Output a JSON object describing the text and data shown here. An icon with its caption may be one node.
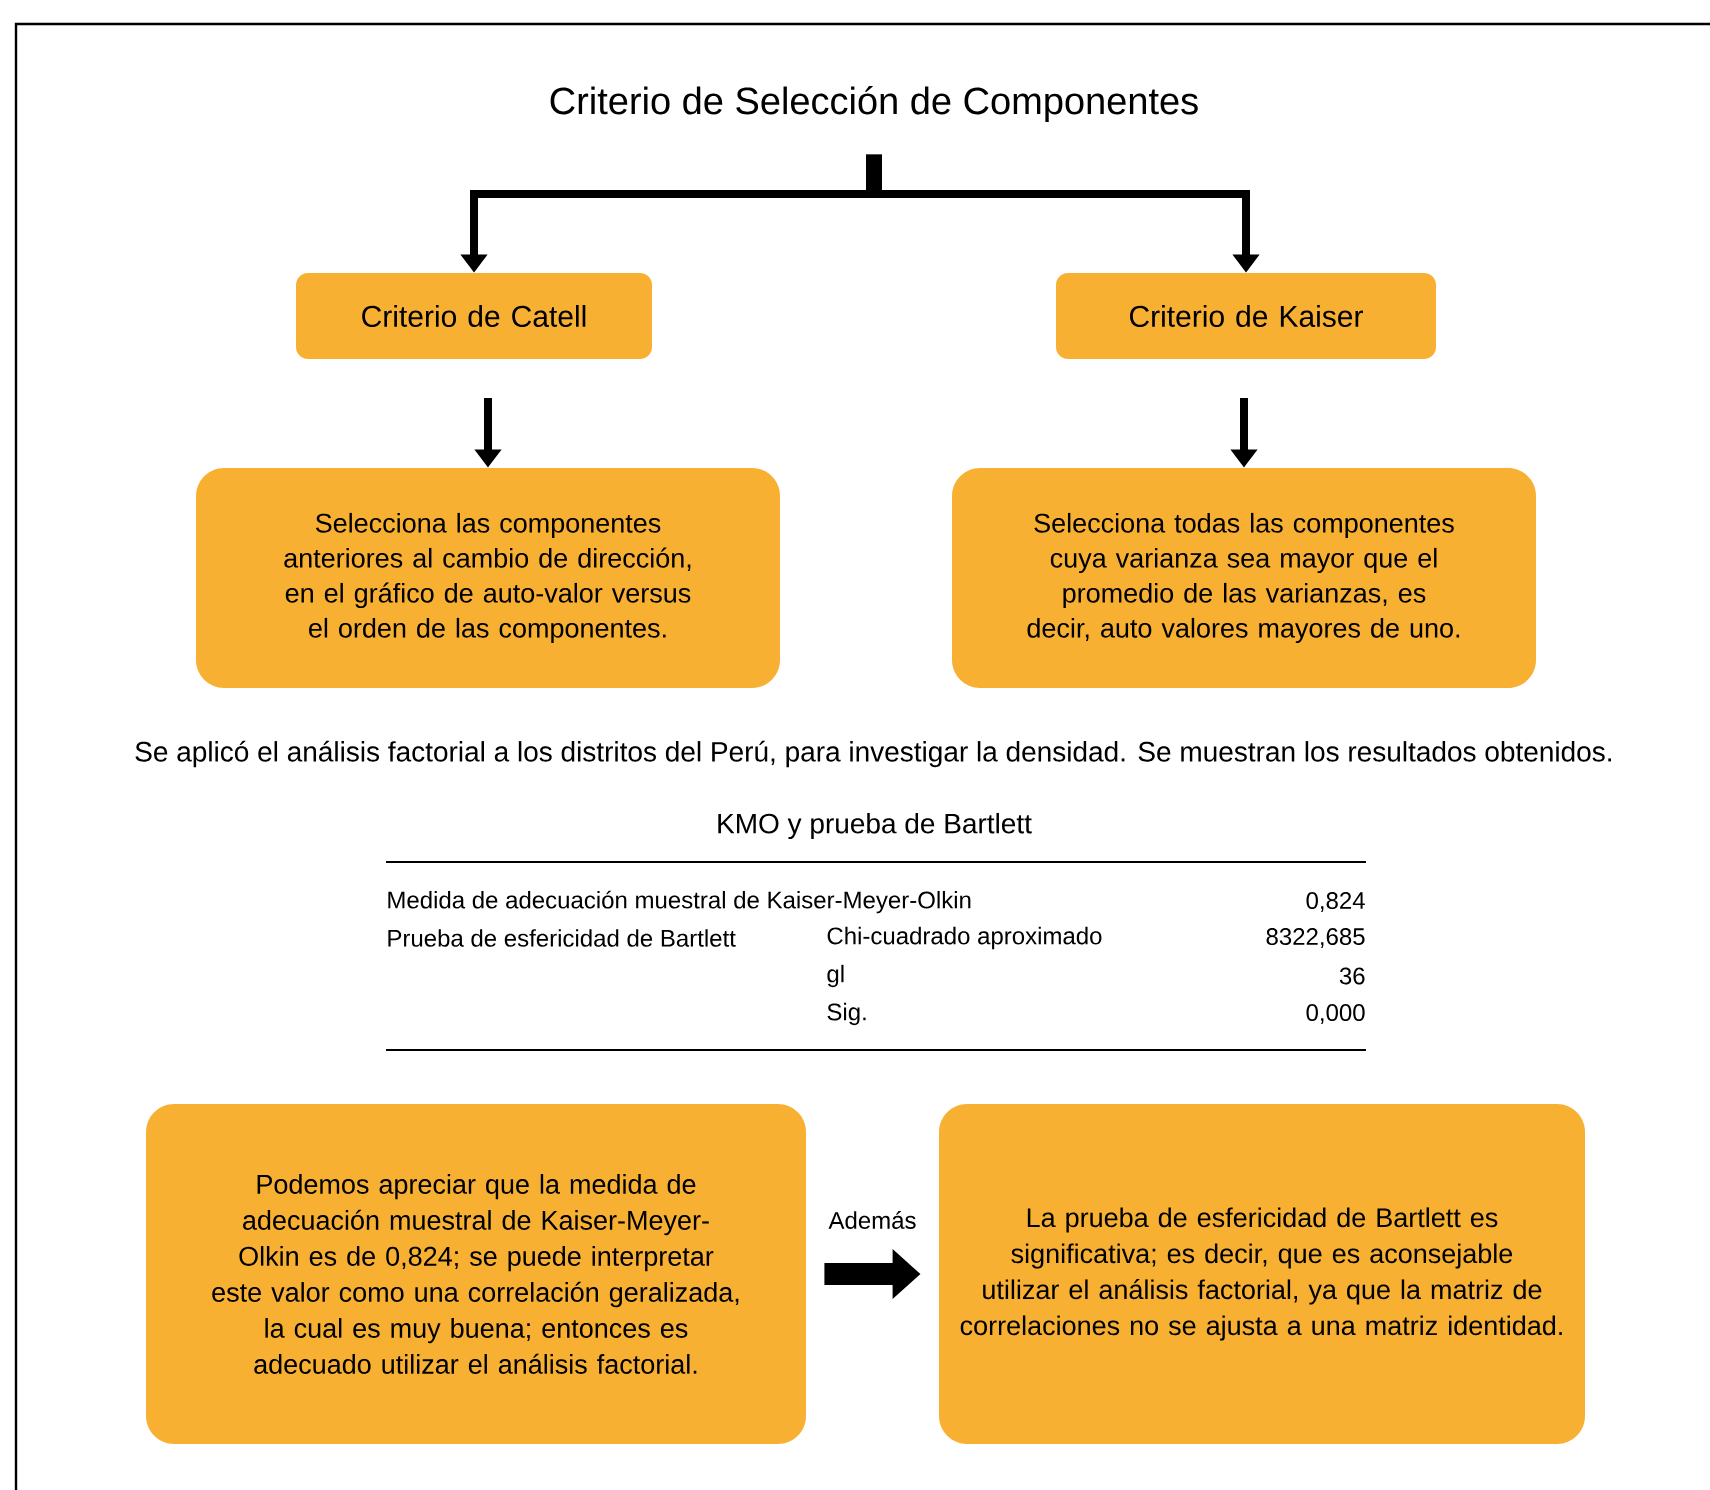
{
  "diagram": {
    "nodes": [
      {
        "text": [
          "Criterio de Selección de Componentes"
        ]
      },
      {
        "text": [
          "Criterio de Catell"
        ]
      },
      {
        "text": [
          "Criterio de Kaiser"
        ]
      },
      {
        "text": [
          "Selecciona las componentes anteriores al cambio de dirección, en el gráfico de auto-valor versus el orden de las componentes."
        ]
      },
      {
        "text": [
          "Selecciona todas las componentes cuya varianza sea mayor que el promedio de las varianzas, es decir, auto valores mayores de uno."
        ]
      },
      {
        "text": [
          "Podemos apreciar que la medida de adecuación muestral de Kaiser-Meyer-Olkin es de 0,824; se puede interpretar este valor como una correlación geralizada, la cual es muy buena; entonces es adecuado utilizar el análisis factorial."
        ]
      },
      {
        "text": [
          "La prueba de esfericidad de Bartlett es significativa; es decir, que es aconsejable utilizar el análisis factorial, ya que la matriz de correlaciones no se ajusta a una matriz identidad."
        ]
      }
    ],
    "edges": [
      {
        "from": 0,
        "to": 1,
        "arrow": "to"
      },
      {
        "from": 0,
        "to": 2,
        "arrow": "to"
      },
      {
        "from": 1,
        "to": 3,
        "arrow": "to"
      },
      {
        "from": 2,
        "to": 4,
        "arrow": "to"
      },
      {
        "from": 5,
        "to": 6,
        "arrow": "to",
        "label": "Además",
        "style": "thick"
      }
    ],
    "labels": [
      "Se aplicó el análisis factorial a los distritos del Perú, para investigar la densidad. Se muestran los resultados obtenidos.",
      "KMO y prueba de Bartlett",
      "Medida de adecuación muestral de Kaiser-Meyer-Olkin",
      "0,824",
      "Prueba de esfericidad de Bartlett",
      "Chi-cuadrado aproximado",
      "8322,685",
      "gl",
      "36",
      "Sig.",
      "0,000"
    ]
  }
}
